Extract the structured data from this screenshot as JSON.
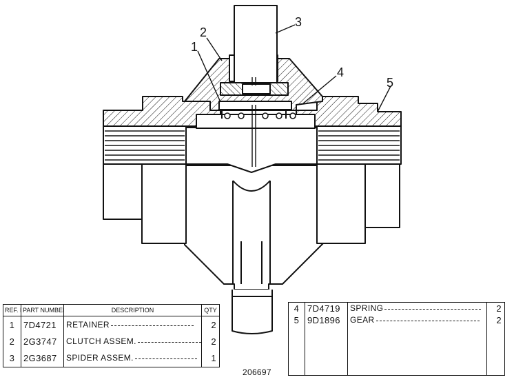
{
  "callouts": [
    "1",
    "2",
    "3",
    "4",
    "5"
  ],
  "table_headers": {
    "ref_no": "REF. NO.",
    "part_number": "PART NUMBER",
    "description": "DESCRIPTION",
    "qty": "QTY"
  },
  "parts_left": [
    {
      "ref": "1",
      "part": "7D4721",
      "desc": "RETAINER",
      "qty": "2"
    },
    {
      "ref": "2",
      "part": "2G3747",
      "desc": "CLUTCH ASSEM.",
      "qty": "2"
    },
    {
      "ref": "3",
      "part": "2G3687",
      "desc": "SPIDER ASSEM.",
      "qty": "1"
    }
  ],
  "parts_right": [
    {
      "ref": "4",
      "part": "7D4719",
      "desc": "SPRING",
      "qty": "2"
    },
    {
      "ref": "5",
      "part": "9D1896",
      "desc": "GEAR",
      "qty": "2"
    }
  ],
  "drawing_number": "206697"
}
